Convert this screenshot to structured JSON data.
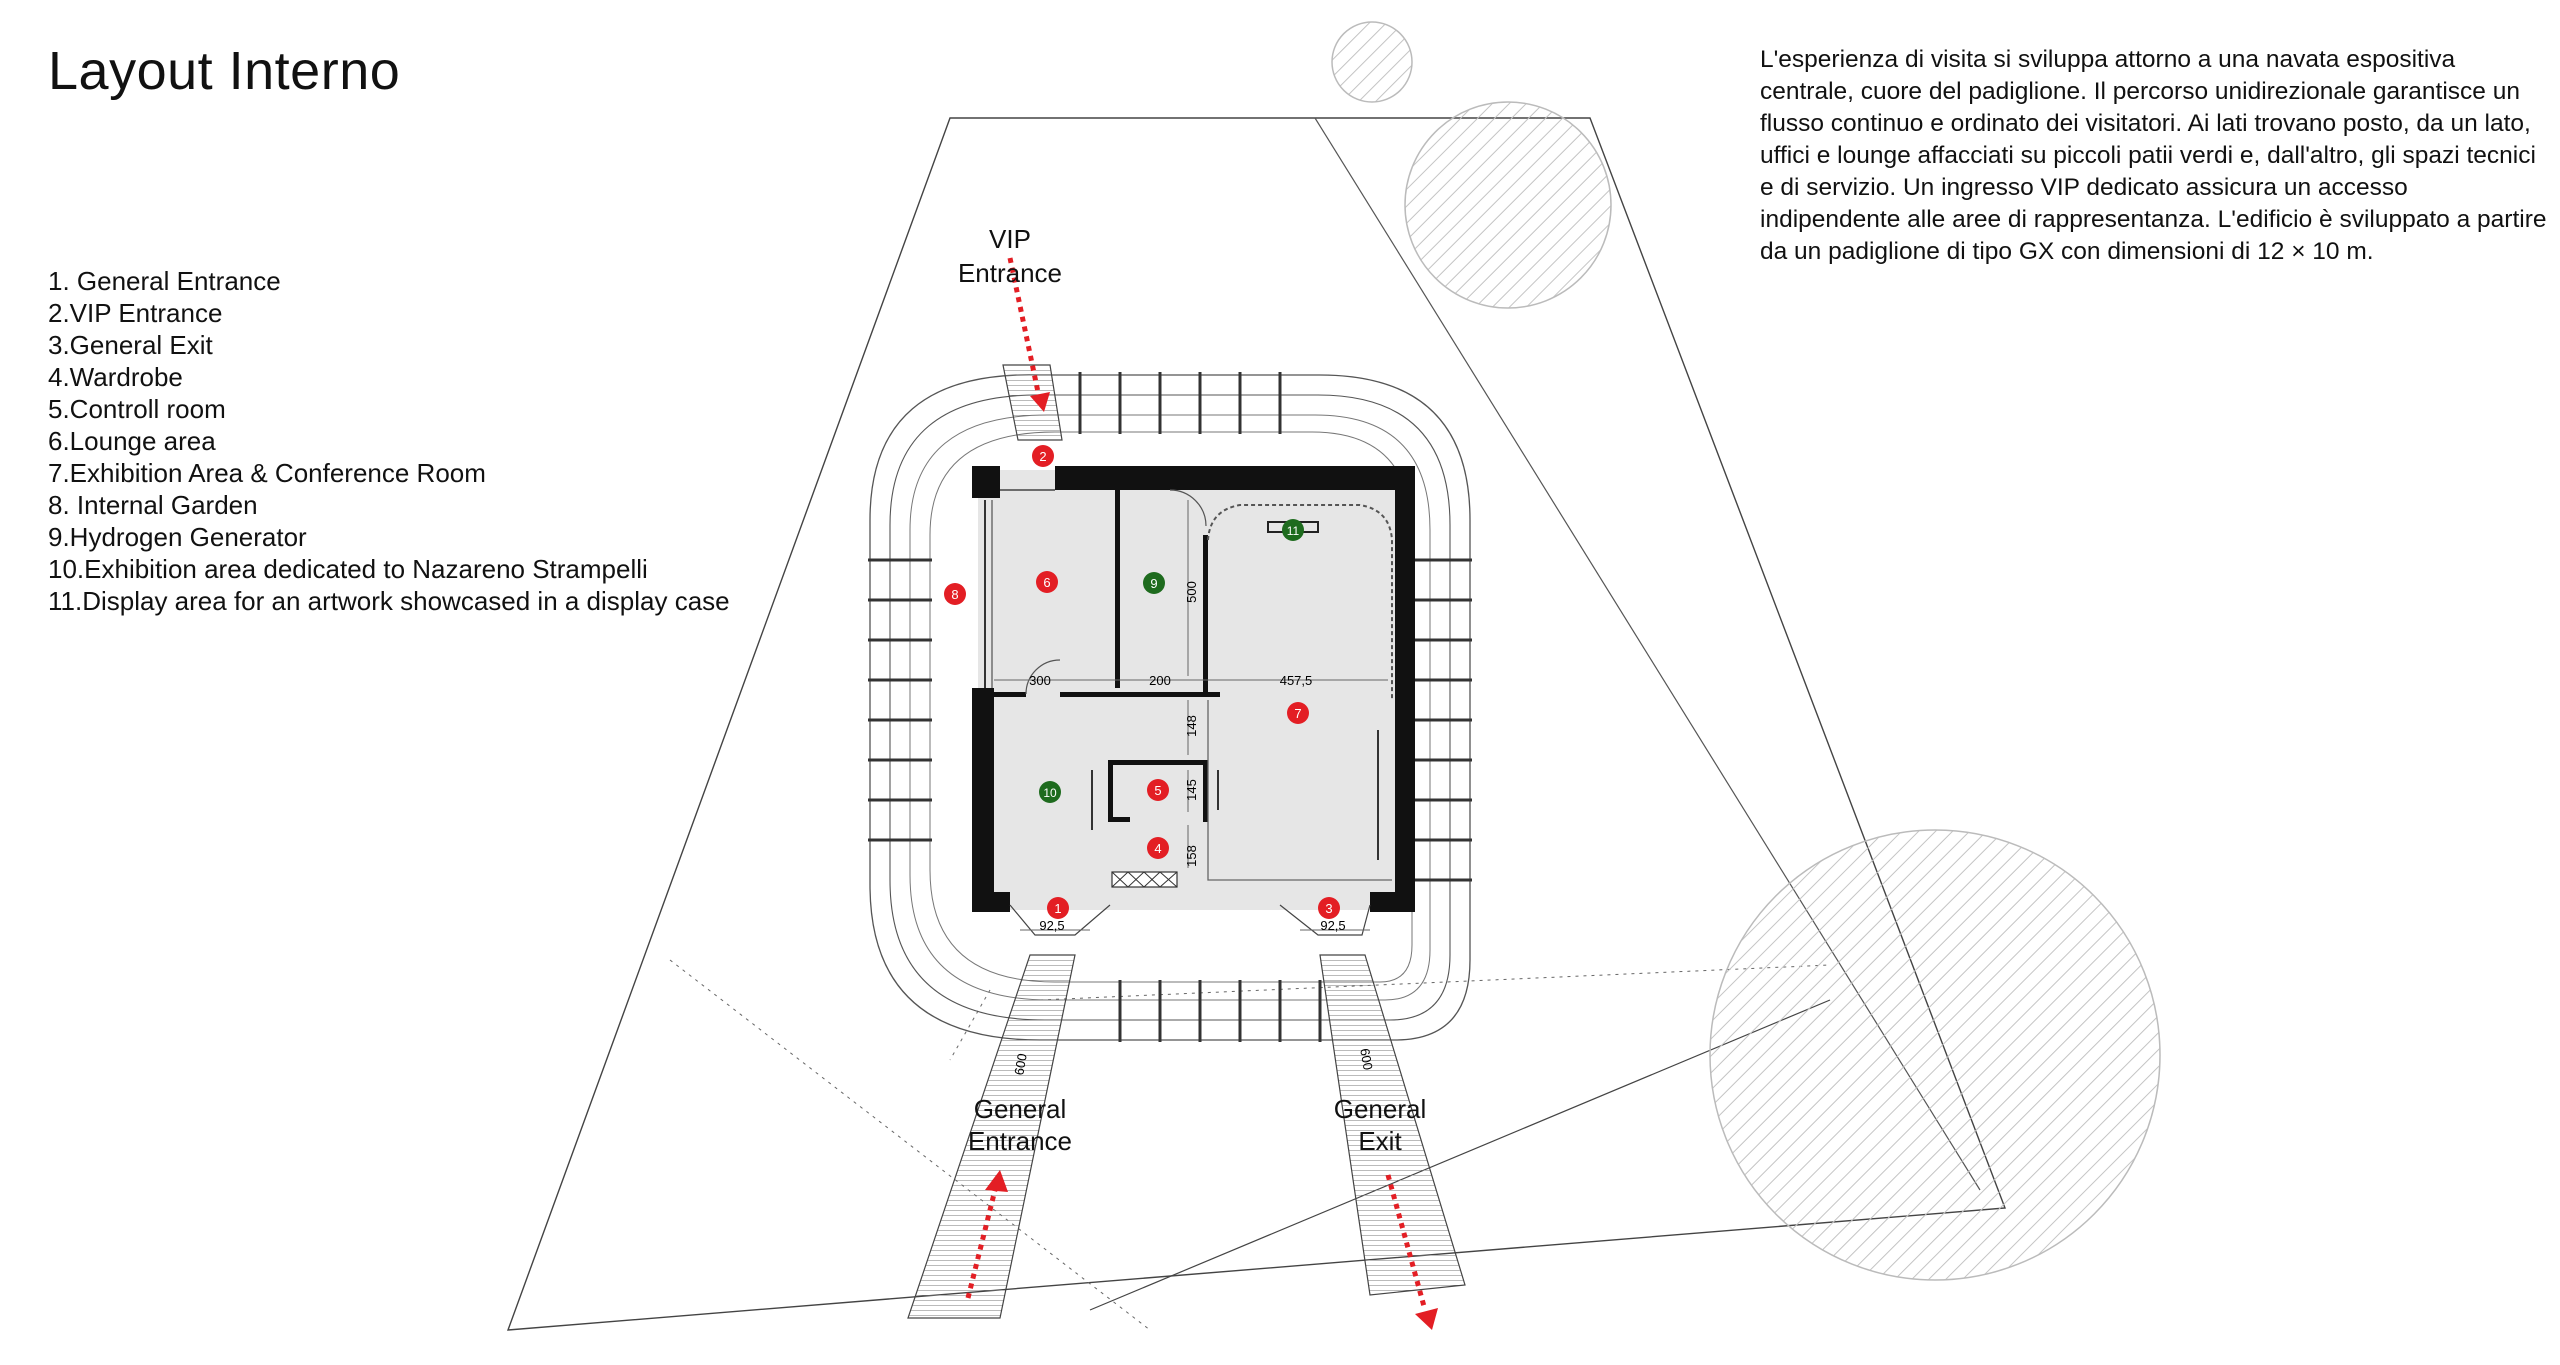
{
  "title": "Layout Interno",
  "legend": [
    "1. General Entrance",
    "2.VIP Entrance",
    "3.General Exit",
    "4.Wardrobe",
    "5.Controll room",
    "6.Lounge area",
    "7.Exhibition Area & Conference Room",
    "8. Internal Garden",
    "9.Hydrogen Generator",
    "10.Exhibition area dedicated to Nazareno Strampelli",
    "11.Display area for an artwork showcased in a display case"
  ],
  "description": "L'esperienza di visita si sviluppa attorno a una navata espositiva centrale, cuore del padiglione. Il percorso unidirezionale garantisce un flusso continuo e ordinato dei visitatori. Ai lati trovano posto, da un lato, uffici e lounge affacciati su piccoli patii verdi e, dall'altro, gli spazi tecnici e di servizio. Un ingresso VIP dedicato assicura un accesso indipendente alle aree di rappresentanza. L'edificio è sviluppato a partire da un padiglione di tipo GX con dimensioni di 12 × 10 m.",
  "plan": {
    "labels": {
      "vip_line1": "VIP",
      "vip_line2": "Entrance",
      "general_entrance_line1": "General",
      "general_entrance_line2": "Entrance",
      "general_exit_line1": "General",
      "general_exit_line2": "Exit"
    },
    "dimensions": {
      "d300": "300",
      "d200": "200",
      "d457": "457,5",
      "d500": "500",
      "d148": "148",
      "d145": "145",
      "d158": "158",
      "d92a": "92,5",
      "d92b": "92,5",
      "d600a": "600",
      "d600b": "600"
    },
    "markers": [
      {
        "num": "1",
        "color": "#e31e24"
      },
      {
        "num": "2",
        "color": "#e31e24"
      },
      {
        "num": "3",
        "color": "#e31e24"
      },
      {
        "num": "4",
        "color": "#e31e24"
      },
      {
        "num": "5",
        "color": "#e31e24"
      },
      {
        "num": "6",
        "color": "#e31e24"
      },
      {
        "num": "7",
        "color": "#e31e24"
      },
      {
        "num": "8",
        "color": "#e31e24"
      },
      {
        "num": "9",
        "color": "#1e6b1e"
      },
      {
        "num": "10",
        "color": "#1e6b1e"
      },
      {
        "num": "11",
        "color": "#1e6b1e"
      }
    ],
    "colors": {
      "wall": "#111111",
      "floor": "#e6e6e6",
      "arrow": "#e31e24",
      "line": "#555555"
    }
  }
}
